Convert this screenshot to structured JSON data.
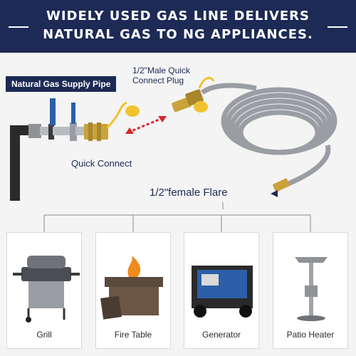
{
  "header": {
    "line1": "WIDELY USED GAS LINE DELIVERS",
    "line2": "NATURAL GAS TO NG APPLIANCES."
  },
  "labels": {
    "supply_pipe": "Natural Gas Supply Pipe",
    "male_plug_line1": "1/2\"Male Quick",
    "male_plug_line2": "Connect Plug",
    "quick_connect": "Quick Connect",
    "female_flare": "1/2\"female Flare"
  },
  "appliances": [
    {
      "name": "Grill"
    },
    {
      "name": "Fire Table"
    },
    {
      "name": "Generator"
    },
    {
      "name": "Patio Heater"
    }
  ],
  "colors": {
    "navy": "#1d2a55",
    "hose": "#9a9ea4",
    "brass": "#c9a23a",
    "yellow": "#f2c22e",
    "arrow": "#d9252a"
  }
}
